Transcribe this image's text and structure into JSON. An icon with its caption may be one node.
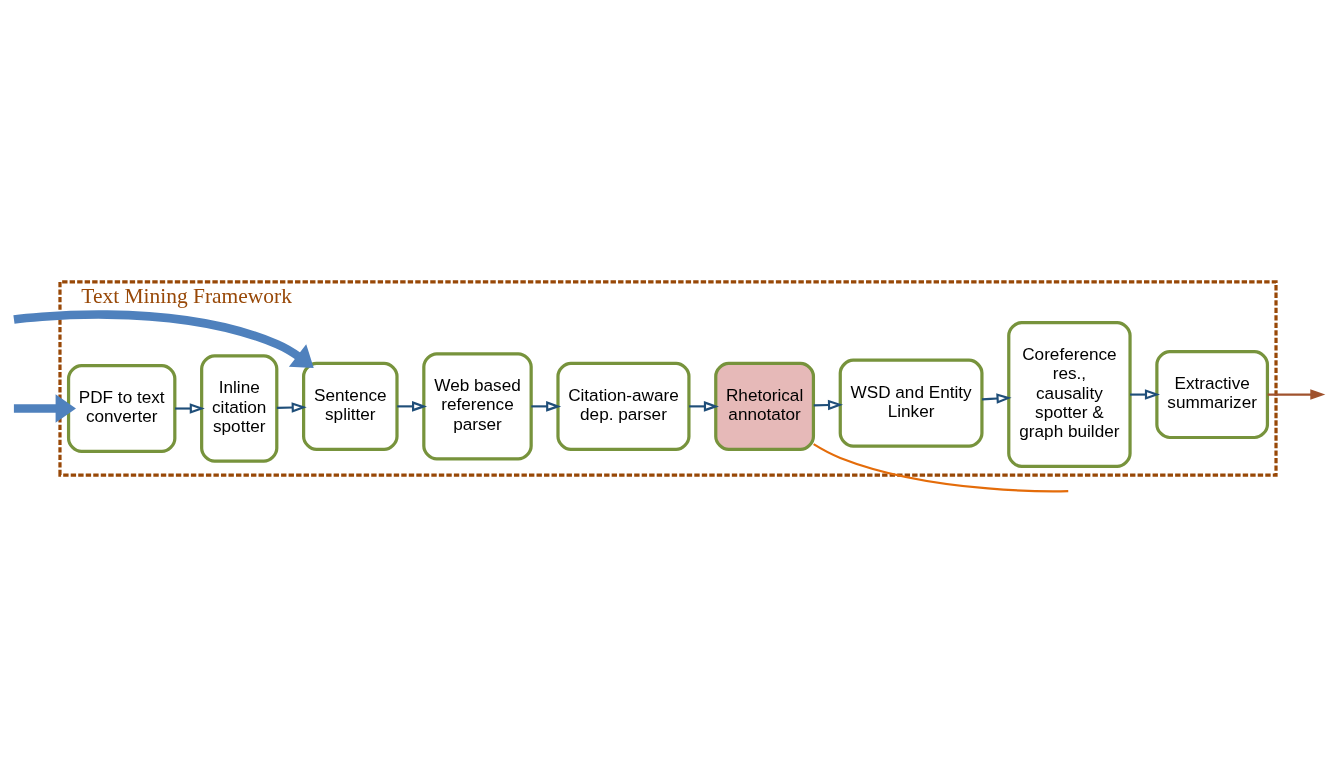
{
  "diagram": {
    "nodes": [
      {
        "text": [
          "Text Mining Framework"
        ]
      },
      {
        "text": [
          "PDF to text converter"
        ],
        "in": 0
      },
      {
        "text": [
          "Inline citation spotter"
        ],
        "in": 0
      },
      {
        "text": [
          "Sentence splitter"
        ],
        "in": 0
      },
      {
        "text": [
          "Web based reference parser"
        ],
        "in": 0
      },
      {
        "text": [
          "Citation-aware dep. parser"
        ],
        "in": 0
      },
      {
        "text": [
          "Rhetorical annotator"
        ],
        "in": 0
      },
      {
        "text": [
          "WSD and Entity Linker"
        ],
        "in": 0
      },
      {
        "text": [
          "Coreference res., causality spotter & graph builder"
        ],
        "in": 0
      },
      {
        "text": [
          "Extractive summarizer"
        ],
        "in": 0
      }
    ],
    "edges": [
      {
        "from": null,
        "to": 1,
        "arrow": "to",
        "style": "thick",
        "color": "#4f81bd"
      },
      {
        "from": null,
        "to": 3,
        "arrow": "to",
        "style": "thick",
        "color": "#4f81bd"
      },
      {
        "from": 1,
        "to": 2,
        "arrow": "to"
      },
      {
        "from": 2,
        "to": 3,
        "arrow": "to"
      },
      {
        "from": 3,
        "to": 4,
        "arrow": "to"
      },
      {
        "from": 4,
        "to": 5,
        "arrow": "to"
      },
      {
        "from": 5,
        "to": 6,
        "arrow": "to"
      },
      {
        "from": 6,
        "to": 7,
        "arrow": "to"
      },
      {
        "from": 7,
        "to": 8,
        "arrow": "to"
      },
      {
        "from": 8,
        "to": 9,
        "arrow": "to"
      },
      {
        "from": 9,
        "to": null,
        "arrow": "to",
        "color": "#a0522d"
      },
      {
        "from": 6,
        "to": null,
        "arrow": "none",
        "color": "#e46c0a"
      }
    ]
  }
}
